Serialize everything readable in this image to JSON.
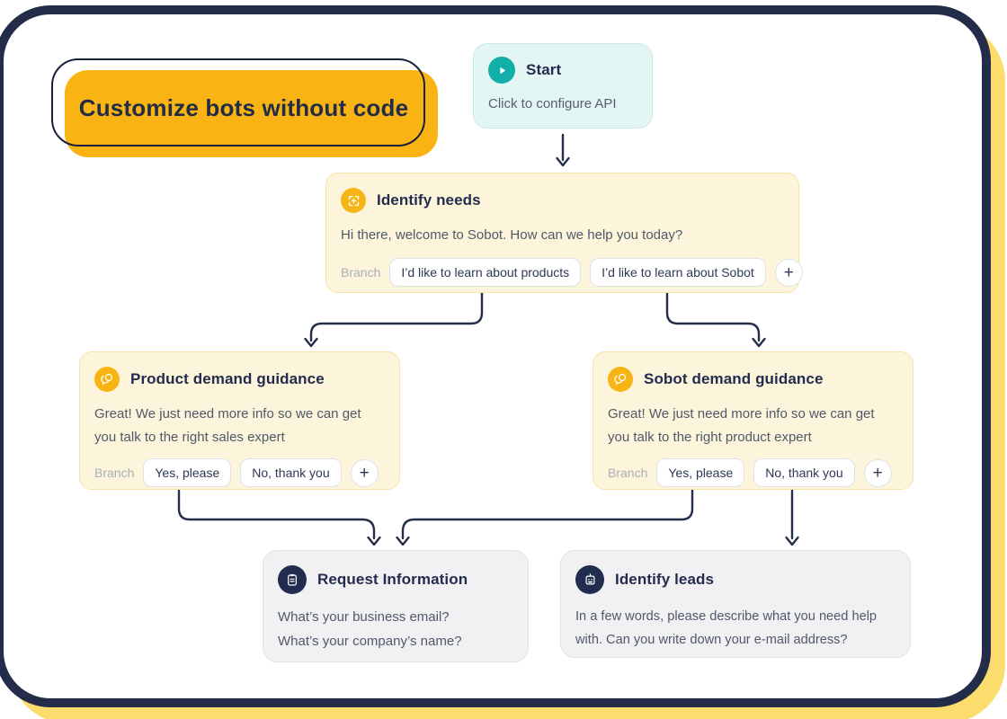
{
  "badge": {
    "label": "Customize bots without code"
  },
  "nodes": {
    "start": {
      "title": "Start",
      "subtitle": "Click to configure API"
    },
    "identify_needs": {
      "title": "Identify needs",
      "message": "Hi there, welcome to Sobot. How can we help you today?",
      "branch_label": "Branch",
      "branches": [
        "I’d like to learn about products",
        "I’d like to learn about Sobot"
      ],
      "add_label": "+"
    },
    "product_guidance": {
      "title": "Product demand guidance",
      "message_lines": [
        "Great! We just need more info so we can get",
        "you talk to the right sales expert"
      ],
      "branch_label": "Branch",
      "branches": [
        "Yes, please",
        "No, thank you"
      ],
      "add_label": "+"
    },
    "sobot_guidance": {
      "title": "Sobot demand guidance",
      "message_lines": [
        "Great! We just need more info so we can get",
        "you talk to the right product expert"
      ],
      "branch_label": "Branch",
      "branches": [
        "Yes, please",
        "No, thank you"
      ],
      "add_label": "+"
    },
    "request_information": {
      "title": "Request Information",
      "message_lines": [
        "What’s your business email?",
        "What’s your company’s name?"
      ]
    },
    "identify_leads": {
      "title": "Identify leads",
      "message_lines": [
        "In a few words, please describe what you need help",
        "with. Can you write down your e-mail address?"
      ]
    }
  },
  "colors": {
    "frame_border": "#232C49",
    "frame_shadow": "#FBDC6C",
    "badge_yellow": "#F9B413",
    "accent_teal": "#12AFA8",
    "accent_yellow": "#F7B515",
    "accent_navy": "#222C4E",
    "cream_bg": "#FDF5DB",
    "mint_bg": "#E4F6F4",
    "grey_bg": "#F1F1F4",
    "connector": "#242D49"
  }
}
